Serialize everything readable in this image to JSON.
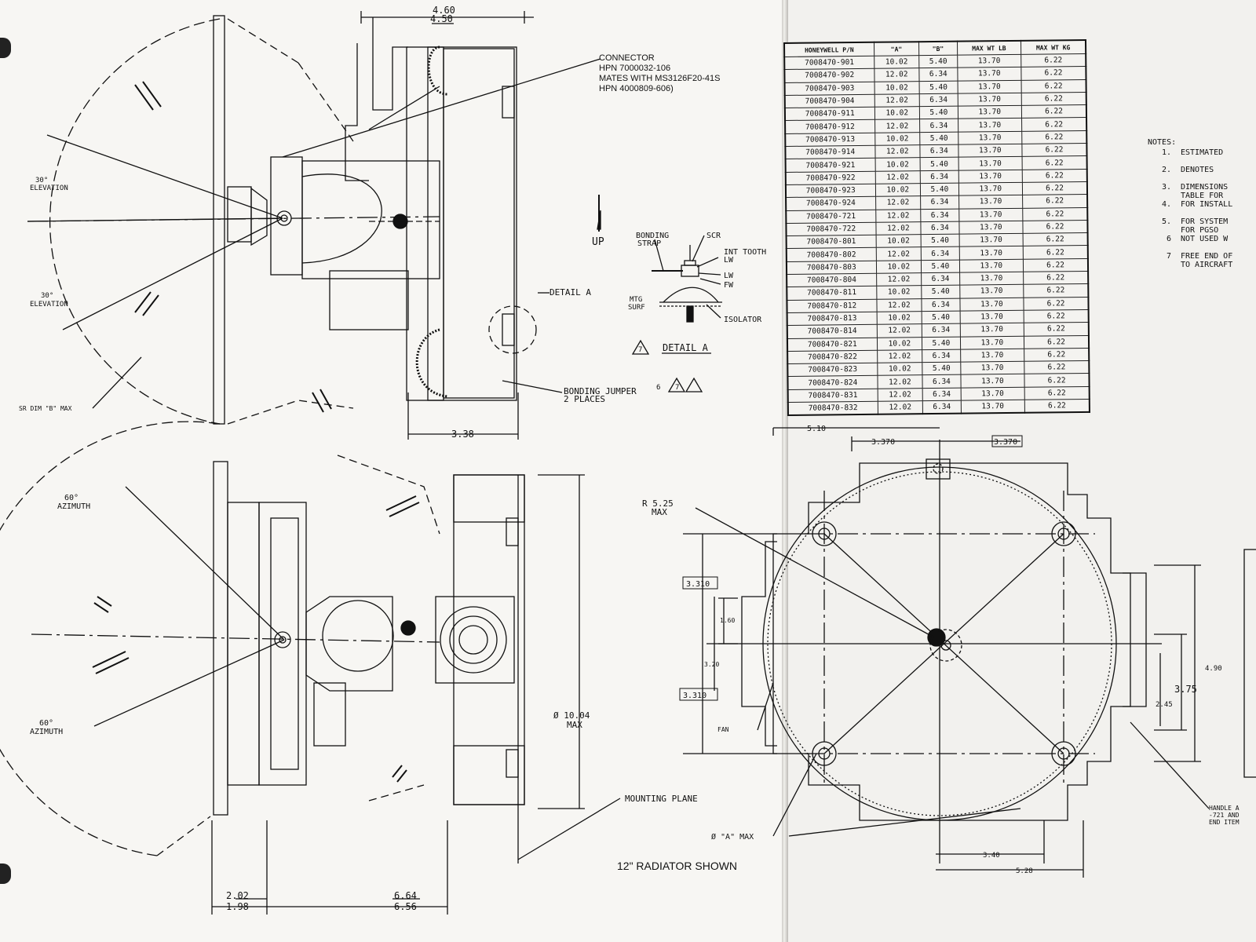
{
  "drawing": {
    "dims": {
      "top_width": "4.60",
      "top_width_alt": "4.50",
      "depth": "3.38",
      "bottom_left_a": "2.02",
      "bottom_left_b": "1.98",
      "bottom_right_a": "6.64",
      "bottom_right_b": "6.56",
      "diameter": "Ø 10.04",
      "diameter_max": "MAX",
      "radius": "R 5.25",
      "radius_max": "MAX",
      "w510": "5.10",
      "w3370": "3.370",
      "w3370_box": "3.370",
      "h3310_top": "3.310",
      "h3310_bot": "3.310",
      "h160": "1.60",
      "h320": "3.20",
      "h490": "4.90",
      "h375": "3.75",
      "h245": "2.45",
      "w340": "3.40",
      "w528": "5.28"
    },
    "labels": {
      "connector": [
        "CONNECTOR",
        "HPN 7000032-106",
        "MATES WITH MS3126F20-41S",
        "HPN 4000809-606)"
      ],
      "elev_top": [
        "30°",
        "ELEVATION"
      ],
      "elev_bot": [
        "30°",
        "ELEVATION"
      ],
      "az_top": [
        "60°",
        "AZIMUTH"
      ],
      "az_bot": [
        "60°",
        "AZIMUTH"
      ],
      "sr_dim": "SR DIM \"B\" MAX",
      "detail_a_callout": "DETAIL A",
      "bonding_jumper": [
        "BONDING JUMPER",
        "2 PLACES"
      ],
      "up": "UP",
      "bonding_strap": [
        "BONDING",
        "STRAP"
      ],
      "scr": "SCR",
      "int_tooth": [
        "INT TOOTH",
        "LW"
      ],
      "lw": "LW",
      "fw": "FW",
      "mtg_surf": [
        "MTG",
        "SURF"
      ],
      "isolator": "ISOLATOR",
      "detail_a_title": "DETAIL A",
      "tri7": "7",
      "tri6": "6",
      "mounting_plane": "MOUNTING PLANE",
      "dia_a_max": "Ø \"A\" MAX",
      "radiator": "12\" RADIATOR SHOWN",
      "fan": "FAN",
      "handle": [
        "HANDLE A",
        "-721 AND",
        "END ITEM"
      ]
    }
  },
  "table": {
    "headers": [
      "HONEYWELL P/N",
      "\"A\"",
      "\"B\"",
      "MAX WT LB",
      "MAX WT KG"
    ],
    "rows": [
      [
        "7008470-901",
        "10.02",
        "5.40",
        "13.70",
        "6.22"
      ],
      [
        "7008470-902",
        "12.02",
        "6.34",
        "13.70",
        "6.22"
      ],
      [
        "7008470-903",
        "10.02",
        "5.40",
        "13.70",
        "6.22"
      ],
      [
        "7008470-904",
        "12.02",
        "6.34",
        "13.70",
        "6.22"
      ],
      [
        "7008470-911",
        "10.02",
        "5.40",
        "13.70",
        "6.22"
      ],
      [
        "7008470-912",
        "12.02",
        "6.34",
        "13.70",
        "6.22"
      ],
      [
        "7008470-913",
        "10.02",
        "5.40",
        "13.70",
        "6.22"
      ],
      [
        "7008470-914",
        "12.02",
        "6.34",
        "13.70",
        "6.22"
      ],
      [
        "7008470-921",
        "10.02",
        "5.40",
        "13.70",
        "6.22"
      ],
      [
        "7008470-922",
        "12.02",
        "6.34",
        "13.70",
        "6.22"
      ],
      [
        "7008470-923",
        "10.02",
        "5.40",
        "13.70",
        "6.22"
      ],
      [
        "7008470-924",
        "12.02",
        "6.34",
        "13.70",
        "6.22"
      ],
      [
        "7008470-721",
        "12.02",
        "6.34",
        "13.70",
        "6.22"
      ],
      [
        "7008470-722",
        "12.02",
        "6.34",
        "13.70",
        "6.22"
      ],
      [
        "7008470-801",
        "10.02",
        "5.40",
        "13.70",
        "6.22"
      ],
      [
        "7008470-802",
        "12.02",
        "6.34",
        "13.70",
        "6.22"
      ],
      [
        "7008470-803",
        "10.02",
        "5.40",
        "13.70",
        "6.22"
      ],
      [
        "7008470-804",
        "12.02",
        "6.34",
        "13.70",
        "6.22"
      ],
      [
        "7008470-811",
        "10.02",
        "5.40",
        "13.70",
        "6.22"
      ],
      [
        "7008470-812",
        "12.02",
        "6.34",
        "13.70",
        "6.22"
      ],
      [
        "7008470-813",
        "10.02",
        "5.40",
        "13.70",
        "6.22"
      ],
      [
        "7008470-814",
        "12.02",
        "6.34",
        "13.70",
        "6.22"
      ],
      [
        "7008470-821",
        "10.02",
        "5.40",
        "13.70",
        "6.22"
      ],
      [
        "7008470-822",
        "12.02",
        "6.34",
        "13.70",
        "6.22"
      ],
      [
        "7008470-823",
        "10.02",
        "5.40",
        "13.70",
        "6.22"
      ],
      [
        "7008470-824",
        "12.02",
        "6.34",
        "13.70",
        "6.22"
      ],
      [
        "7008470-831",
        "12.02",
        "6.34",
        "13.70",
        "6.22"
      ],
      [
        "7008470-832",
        "12.02",
        "6.34",
        "13.70",
        "6.22"
      ]
    ]
  },
  "notes": {
    "header": "NOTES:",
    "items": [
      {
        "num": "1.",
        "text": "ESTIMATED"
      },
      {
        "num": "2.",
        "text": "DENOTES"
      },
      {
        "num": "3.",
        "text": "DIMENSIONS\nTABLE FOR"
      },
      {
        "num": "4.",
        "text": "FOR INSTALL"
      },
      {
        "num": "5.",
        "text": "FOR SYSTEM\nFOR PGSO"
      },
      {
        "num": "6",
        "text": "NOT USED W"
      },
      {
        "num": "7",
        "text": "FREE END OF\nTO AIRCRAFT"
      }
    ]
  }
}
